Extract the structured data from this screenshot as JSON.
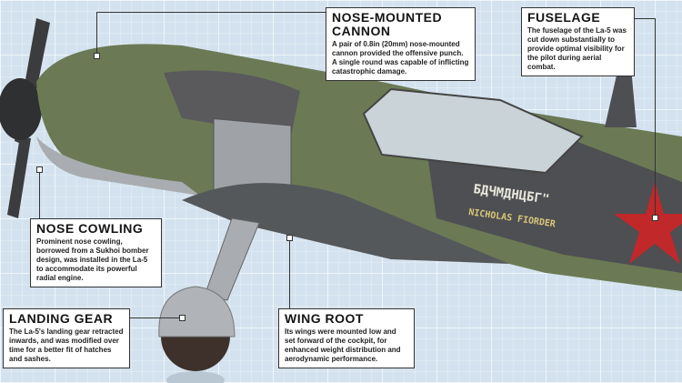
{
  "callouts": {
    "cannon": {
      "title_line1": "NOSE-MOUNTED",
      "title_line2": "CANNON",
      "text": "A pair of 0.8in (20mm) nose-mounted cannon provided the offensive punch. A single round was capable of inflicting catastrophic damage."
    },
    "fuselage": {
      "title": "FUSELAGE",
      "text": "The fuselage of the La-5 was cut down substantially to provide optimal visibility for the pilot during aerial combat."
    },
    "cowling": {
      "title": "NOSE COWLING",
      "text": "Prominent nose cowling, borrowed from a Sukhoi bomber design, was installed in the La-5 to accommodate its powerful radial engine."
    },
    "landing_gear": {
      "title": "LANDING GEAR",
      "text": "The La-5's landing gear retracted inwards, and was modified over time for a better fit of hatches and sashes."
    },
    "wing_root": {
      "title": "WING ROOT",
      "text": "Its wings were mounted low and set forward of the cockpit, for enhanced weight distribution and aerodynamic performance."
    }
  },
  "aircraft_markings": {
    "line1": "БДЧМДНЦБГ\"",
    "line2": "NICHOLAS FIORDER"
  },
  "colors": {
    "background": "#d3e2ee",
    "camo_green": "#6b7a55",
    "camo_gray": "#5a5a5c",
    "metal": "#a9adb1",
    "star_red": "#c0282a"
  }
}
